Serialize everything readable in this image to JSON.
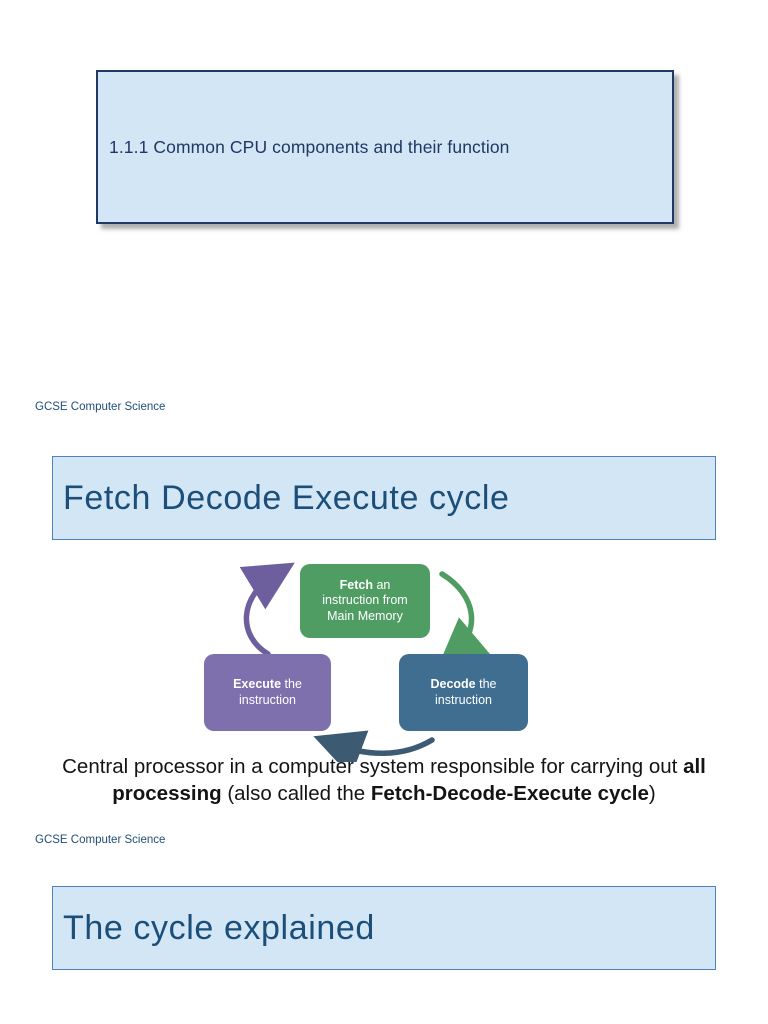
{
  "slide1": {
    "title_box": "1.1.1 Common CPU components and their function",
    "footer": "GCSE Computer Science"
  },
  "slide2": {
    "header": "Fetch Decode Execute cycle",
    "diagram": {
      "fetch": {
        "bold": "Fetch",
        "rest": " an\ninstruction from\nMain Memory"
      },
      "decode": {
        "bold": "Decode",
        "rest": " the\ninstruction"
      },
      "execute": {
        "bold": "Execute",
        "rest": " the\ninstruction"
      }
    },
    "caption": {
      "part1": "Central processor in a computer system responsible for carrying out ",
      "bold1": "all processing",
      "part2": " (also called the ",
      "bold2": "Fetch-Decode-Execute cycle",
      "part3": ")"
    },
    "footer": "GCSE Computer Science"
  },
  "slide3": {
    "header": "The cycle explained"
  },
  "colors": {
    "panel_bg": "#d3e6f5",
    "panel_border": "#4f81bd",
    "title_box_border": "#1f3864",
    "heading_text": "#1b4e79",
    "fetch_node": "#4f9d63",
    "decode_node": "#3f6e90",
    "execute_node": "#7e6fad",
    "arrow_execute_to_fetch": "#6d5f9e",
    "arrow_fetch_to_decode": "#4f9d63",
    "arrow_decode_to_execute": "#3d5a73"
  }
}
